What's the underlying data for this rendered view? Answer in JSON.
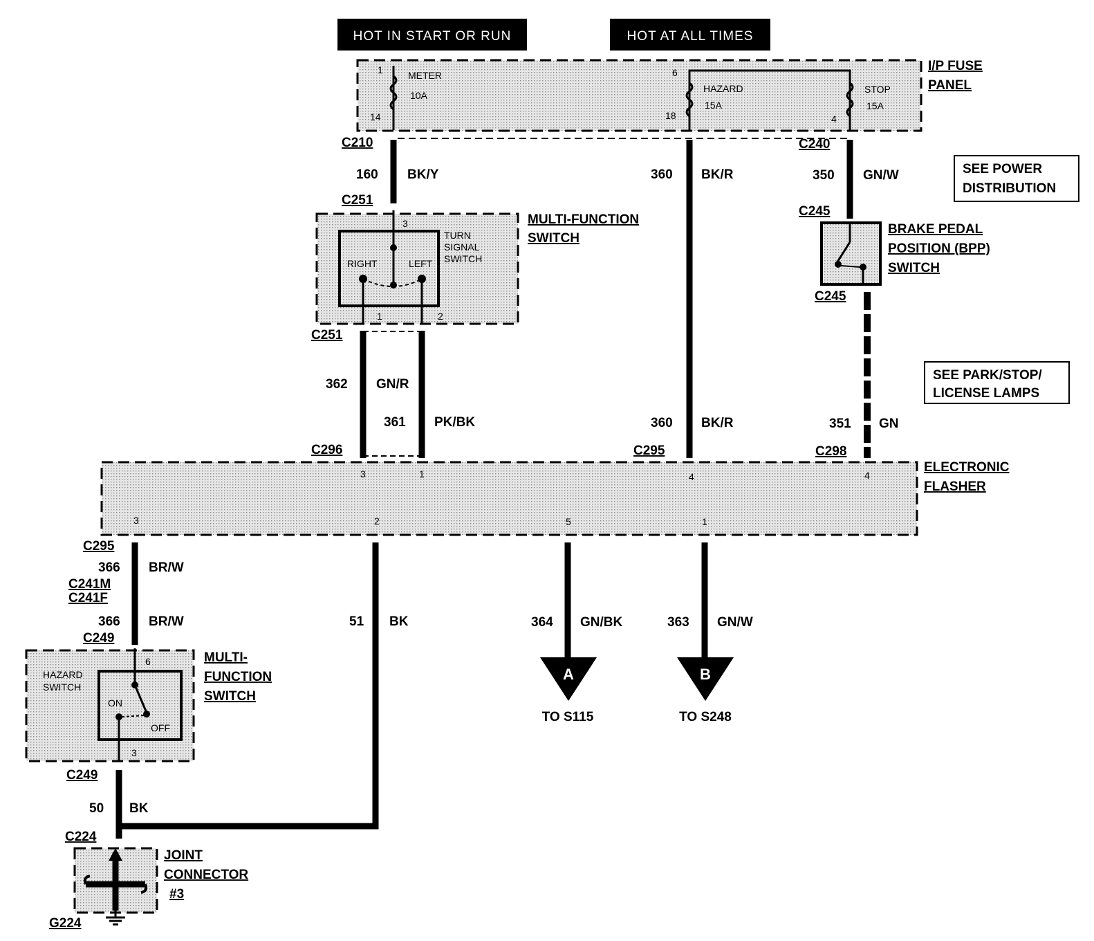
{
  "headers": {
    "hot_start_run": "HOT IN START OR RUN",
    "hot_all_times": "HOT AT ALL TIMES"
  },
  "fuse_panel": {
    "label_line1": "I/P FUSE",
    "label_line2": "PANEL",
    "meter_name": "METER",
    "meter_rating": "10A",
    "meter_pin_in": "1",
    "meter_pin_out": "14",
    "hazard_name": "HAZARD",
    "hazard_rating": "15A",
    "hazard_pin_in": "6",
    "hazard_pin_out": "18",
    "stop_name": "STOP",
    "stop_rating": "15A",
    "stop_pin_out": "4"
  },
  "notes": {
    "power_line1": "SEE POWER",
    "power_line2": "DISTRIBUTION",
    "park_line1": "SEE PARK/STOP/",
    "park_line2": "LICENSE LAMPS"
  },
  "mfs_turn": {
    "label_line1": "MULTI-FUNCTION",
    "label_line2": "SWITCH",
    "inner_line1": "TURN",
    "inner_line2": "SIGNAL",
    "inner_line3": "SWITCH",
    "right": "RIGHT",
    "left": "LEFT",
    "pin_top": "3",
    "pin_right": "1",
    "pin_left": "2"
  },
  "bpp": {
    "label_line1": "BRAKE PEDAL",
    "label_line2": "POSITION (BPP)",
    "label_line3": "SWITCH"
  },
  "flasher": {
    "label_line1": "ELECTRONIC",
    "label_line2": "FLASHER",
    "pins_top": [
      "3",
      "1",
      "4",
      "4"
    ],
    "pins_bottom": [
      "3",
      "2",
      "5",
      "1"
    ]
  },
  "mfs_hazard": {
    "label_line1": "MULTI-",
    "label_line2": "FUNCTION",
    "label_line3": "SWITCH",
    "inner_line1": "HAZARD",
    "inner_line2": "SWITCH",
    "on": "ON",
    "off": "OFF",
    "pin_top": "6",
    "pin_bottom": "3"
  },
  "joint": {
    "label_line1": "JOINT",
    "label_line2": "CONNECTOR",
    "label_line3": "#3"
  },
  "connectors": {
    "c210": "C210",
    "c251_top": "C251",
    "c251_bottom": "C251",
    "c240": "C240",
    "c245_top": "C245",
    "c245_bottom": "C245",
    "c296": "C296",
    "c295_top": "C295",
    "c298": "C298",
    "c295_bottom": "C295",
    "c241m": "C241M",
    "c241f": "C241F",
    "c249_top": "C249",
    "c249_bottom": "C249",
    "c224": "C224",
    "g224": "G224"
  },
  "wires": {
    "w160_num": "160",
    "w160_color": "BK/Y",
    "w360a_num": "360",
    "w360a_color": "BK/R",
    "w350_num": "350",
    "w350_color": "GN/W",
    "w362_num": "362",
    "w362_color": "GN/R",
    "w361_num": "361",
    "w361_color": "PK/BK",
    "w360b_num": "360",
    "w360b_color": "BK/R",
    "w351_num": "351",
    "w351_color": "GN",
    "w366a_num": "366",
    "w366a_color": "BR/W",
    "w366b_num": "366",
    "w366b_color": "BR/W",
    "w51_num": "51",
    "w51_color": "BK",
    "w364_num": "364",
    "w364_color": "GN/BK",
    "w363_num": "363",
    "w363_color": "GN/W",
    "w50_num": "50",
    "w50_color": "BK"
  },
  "outputs": {
    "a_letter": "A",
    "a_dest": "TO S115",
    "b_letter": "B",
    "b_dest": "TO S248"
  }
}
